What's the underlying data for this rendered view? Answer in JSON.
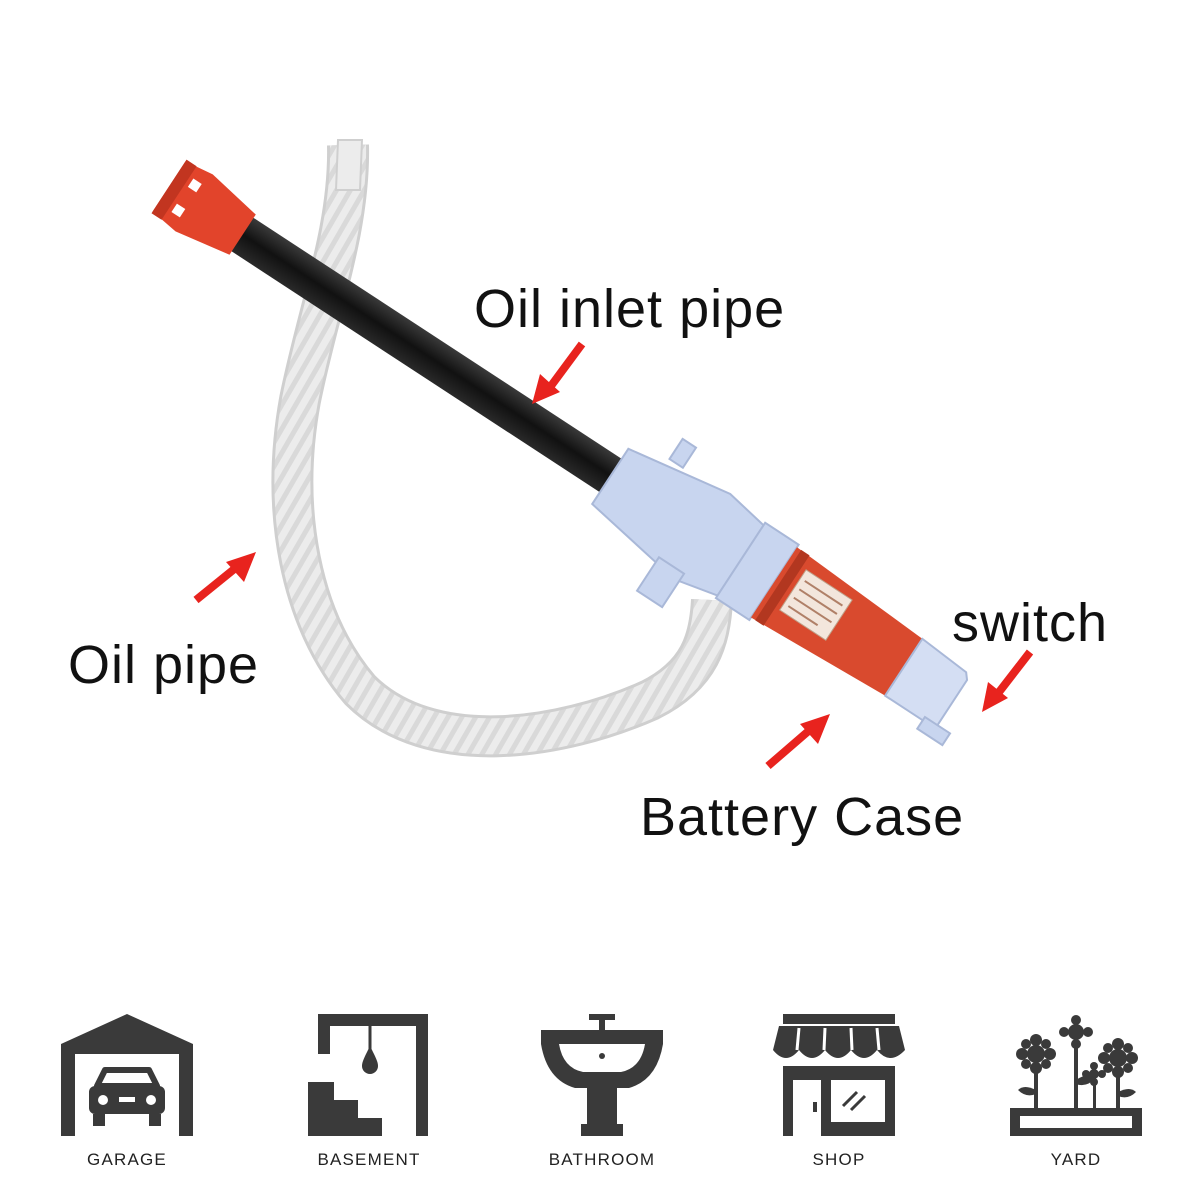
{
  "callouts": {
    "oil_inlet_pipe": "Oil inlet pipe",
    "oil_pipe": "Oil pipe",
    "switch": "switch",
    "battery_case": "Battery Case"
  },
  "usage_icons": [
    {
      "icon": "garage-icon",
      "label": "GARAGE"
    },
    {
      "icon": "basement-icon",
      "label": "BASEMENT"
    },
    {
      "icon": "bathroom-icon",
      "label": "BATHROOM"
    },
    {
      "icon": "shop-icon",
      "label": "SHOP"
    },
    {
      "icon": "yard-icon",
      "label": "YARD"
    }
  ],
  "colors": {
    "arrow": "#e8231e",
    "icon": "#3a3a3a",
    "pump_red": "#d94a2e",
    "pump_blue": "#c7d4ee",
    "tube": "#1c1c1c",
    "hose": "#eaeaea"
  }
}
